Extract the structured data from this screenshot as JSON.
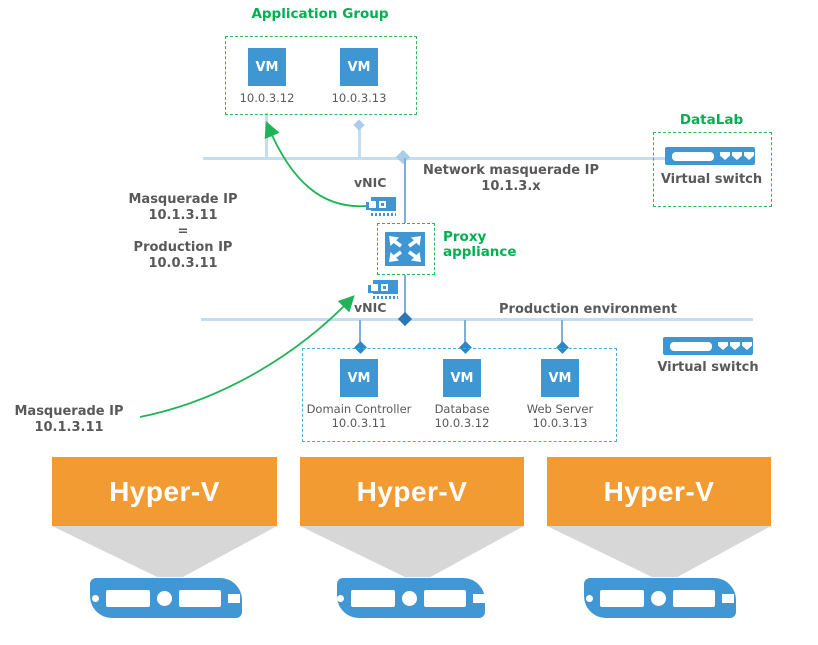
{
  "diagram": {
    "application_group": {
      "title": "Application Group",
      "vms": [
        {
          "label": "VM",
          "ip": "10.0.3.12"
        },
        {
          "label": "VM",
          "ip": "10.0.3.13"
        }
      ]
    },
    "datalab": {
      "title": "DataLab",
      "switch_label": "Virtual switch"
    },
    "masquerade_network": {
      "line1": "Network masquerade IP",
      "line2": "10.1.3.x"
    },
    "left_note": {
      "lines": [
        "Masquerade IP",
        "10.1.3.11",
        "=",
        "Production IP",
        "10.0.3.11"
      ]
    },
    "vnic_top_label": "vNIC",
    "proxy": {
      "line1": "Proxy",
      "line2": "appliance"
    },
    "vnic_bottom_label": "vNIC",
    "production_network_label": "Production environment",
    "production_group": {
      "vms": [
        {
          "label": "VM",
          "name": "Domain Controller",
          "ip": "10.0.3.11"
        },
        {
          "label": "VM",
          "name": "Database",
          "ip": "10.0.3.12"
        },
        {
          "label": "VM",
          "name": "Web Server",
          "ip": "10.0.3.13"
        }
      ]
    },
    "production_switch_label": "Virtual switch",
    "bottom_note": {
      "lines": [
        "Masquerade IP",
        "10.1.3.11"
      ]
    },
    "hosts": [
      {
        "label": "Hyper-V"
      },
      {
        "label": "Hyper-V"
      },
      {
        "label": "Hyper-V"
      }
    ],
    "colors": {
      "green_text": "#00B050",
      "green_border": "#2DB757",
      "green_arrow": "#1FB457",
      "node_blue": "#3E96D2",
      "dark_diamond_blue": "#2E86C8",
      "light_line_blue": "#C5DDF0",
      "light_diamond_blue": "#A9CDE9",
      "production_box_border": "#45ACE0",
      "gray_text": "#595959",
      "host_orange": "#F39B33",
      "funnel_gray": "#D7D7D7"
    }
  }
}
